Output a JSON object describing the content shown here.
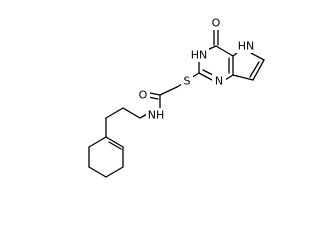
{
  "atoms": {
    "o_ketone": "O",
    "hn_pyrrole": "HN",
    "hn_ring": "HN",
    "n_ring": "N",
    "s_thio": "S",
    "o_amide": "O",
    "nh_amide": "NH"
  }
}
